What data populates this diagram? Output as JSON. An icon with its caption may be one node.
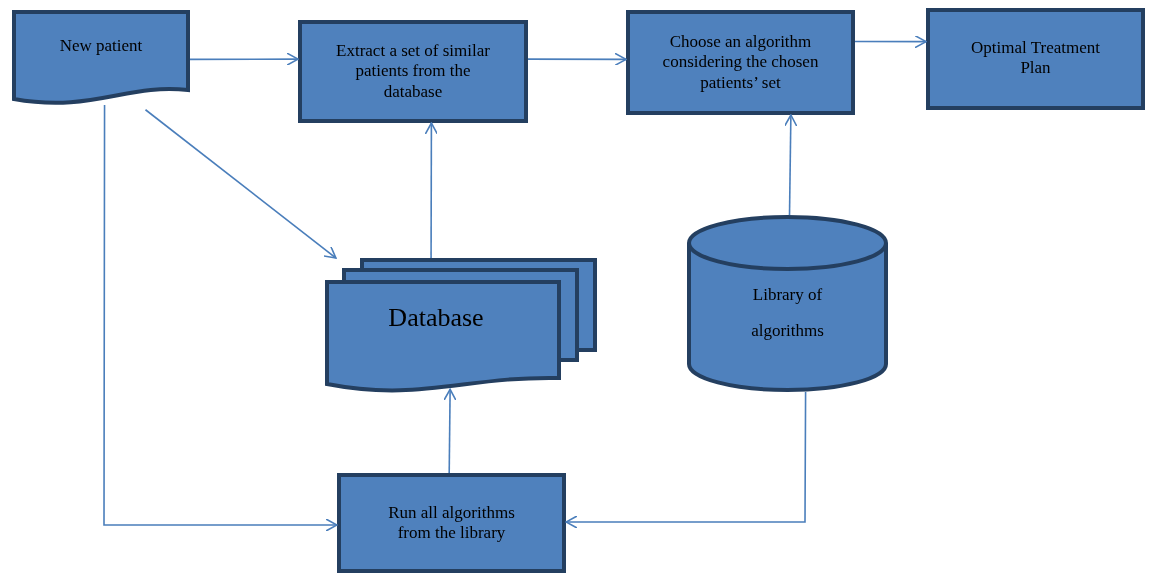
{
  "diagram": {
    "nodes": [
      {
        "text": [
          "New patient"
        ]
      },
      {
        "text": [
          "Extract a set of similar patients from the database"
        ]
      },
      {
        "text": [
          "Choose an algorithm considering the chosen patients’ set"
        ]
      },
      {
        "text": [
          "Optimal Treatment Plan"
        ]
      },
      {
        "text": [
          "Database"
        ]
      },
      {
        "text": [
          "Library of algorithms"
        ]
      },
      {
        "text": [
          "Run all algorithms from the library"
        ]
      }
    ],
    "edges": [
      {
        "from": 0,
        "to": 1,
        "arrow": "to"
      },
      {
        "from": 1,
        "to": 2,
        "arrow": "to"
      },
      {
        "from": 2,
        "to": 3,
        "arrow": "to"
      },
      {
        "from": 0,
        "to": 4,
        "arrow": "to"
      },
      {
        "from": 4,
        "to": 1,
        "arrow": "to"
      },
      {
        "from": 5,
        "to": 2,
        "arrow": "to"
      },
      {
        "from": 6,
        "to": 4,
        "arrow": "to"
      },
      {
        "from": 0,
        "to": 6,
        "arrow": "to"
      },
      {
        "from": 5,
        "to": 6,
        "arrow": "to"
      }
    ]
  }
}
